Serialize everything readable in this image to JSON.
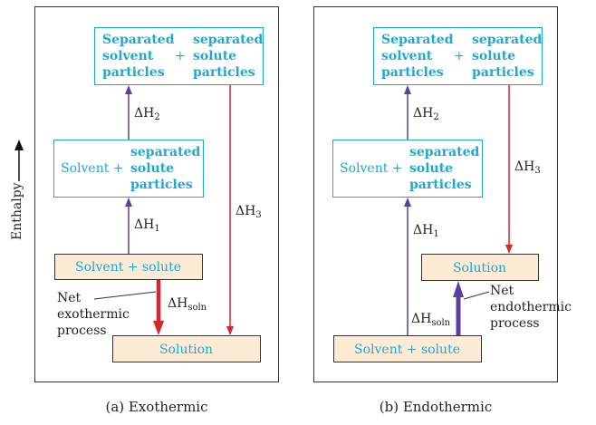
{
  "colors": {
    "box_border": "#1ba9d6",
    "box_text": "#1ba9d6",
    "filled_box": "#fdebd6",
    "purple_arrow": "#5b3fa0",
    "red_arrow": "#d9252b",
    "thick_red_arrow": "#d9252b",
    "thick_purple_arrow": "#5b3fa0"
  },
  "axis": {
    "label": "Enthalpy"
  },
  "exothermic": {
    "caption": "(a) Exothermic",
    "top_box": {
      "left_lines": [
        "Separated",
        "solvent",
        "particles"
      ],
      "plus": "+",
      "right_lines": [
        "separated",
        "solute",
        "particles"
      ]
    },
    "middle_box": {
      "left": "Solvent +",
      "right_lines": [
        "separated",
        "solute",
        "particles"
      ]
    },
    "reactants_box": "Solvent + solute",
    "solution_box": "Solution",
    "dh2": {
      "symbol": "ΔH",
      "sub": "2"
    },
    "dh1": {
      "symbol": "ΔH",
      "sub": "1"
    },
    "dh3": {
      "symbol": "ΔH",
      "sub": "3"
    },
    "dhsoln": {
      "symbol": "ΔH",
      "sub": "soln"
    },
    "net_label": [
      "Net",
      "exothermic",
      "process"
    ]
  },
  "endothermic": {
    "caption": "(b) Endothermic",
    "top_box": {
      "left_lines": [
        "Separated",
        "solvent",
        "particles"
      ],
      "plus": "+",
      "right_lines": [
        "separated",
        "solute",
        "particles"
      ]
    },
    "middle_box": {
      "left": "Solvent +",
      "right_lines": [
        "separated",
        "solute",
        "particles"
      ]
    },
    "reactants_box": "Solvent + solute",
    "solution_box": "Solution",
    "dh2": {
      "symbol": "ΔH",
      "sub": "2"
    },
    "dh1": {
      "symbol": "ΔH",
      "sub": "1"
    },
    "dh3": {
      "symbol": "ΔH",
      "sub": "3"
    },
    "dhsoln": {
      "symbol": "ΔH",
      "sub": "soln"
    },
    "net_label": [
      "Net",
      "endothermic",
      "process"
    ]
  }
}
